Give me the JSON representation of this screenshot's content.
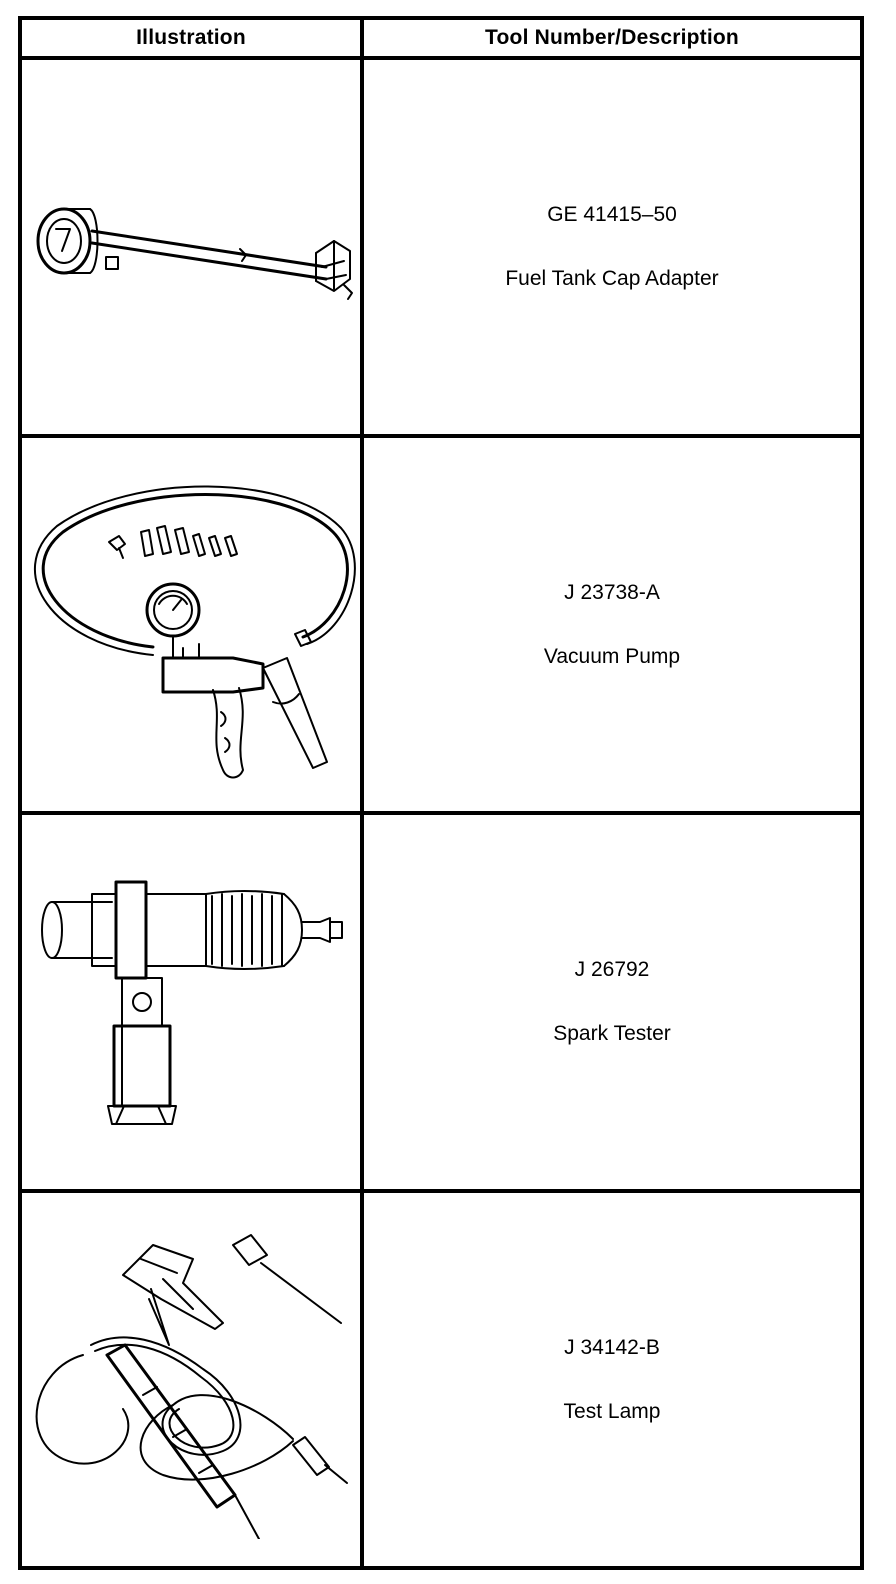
{
  "table": {
    "headers": {
      "illustration": "Illustration",
      "description": "Tool Number/Description"
    },
    "rows": [
      {
        "tool_number": "GE 41415–50",
        "description": "Fuel Tank Cap Adapter",
        "icon": "fuel-tank-cap-adapter-illustration"
      },
      {
        "tool_number": "J 23738-A",
        "description": "Vacuum Pump",
        "icon": "vacuum-pump-illustration"
      },
      {
        "tool_number": "J 26792",
        "description": "Spark Tester",
        "icon": "spark-tester-illustration"
      },
      {
        "tool_number": "J 34142-B",
        "description": "Test Lamp",
        "icon": "test-lamp-illustration"
      }
    ]
  }
}
